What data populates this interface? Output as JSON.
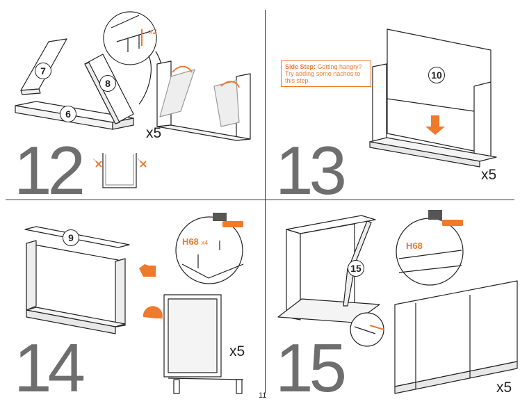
{
  "page_number": "11",
  "accent_color": "#f07a2b",
  "steps": [
    {
      "number": "12",
      "multiplier": "x5",
      "parts": [
        "7",
        "8",
        "6"
      ],
      "detail_multiplier": "x2"
    },
    {
      "number": "13",
      "multiplier": "x5",
      "parts": [
        "10"
      ],
      "side_step_title": "Side Step:",
      "side_step_text": "Getting hangry? Try adding some nachos to this step."
    },
    {
      "number": "14",
      "multiplier": "x5",
      "parts": [
        "9"
      ],
      "hardware": "H68",
      "hardware_qty": "x4"
    },
    {
      "number": "15",
      "multiplier": "x5",
      "parts": [
        "15"
      ],
      "hardware": "H68"
    }
  ]
}
